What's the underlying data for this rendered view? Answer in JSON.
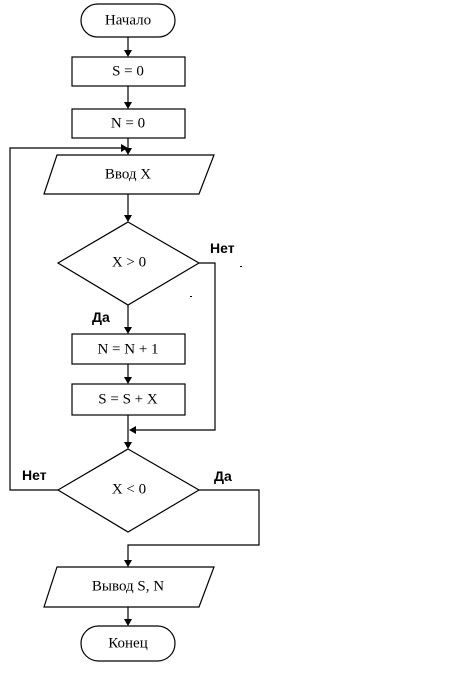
{
  "nodes": {
    "start": "Начало",
    "init_s": "S = 0",
    "init_n": "N = 0",
    "input_x": "Ввод X",
    "cond_positive": "X > 0",
    "inc_n": "N = N + 1",
    "add_s": "S = S + X",
    "cond_negative": "X < 0",
    "output": "Вывод S, N",
    "end": "Конец"
  },
  "edge_labels": {
    "positive_no": "Нет",
    "positive_yes": "Да",
    "negative_no": "Нет",
    "negative_yes": "Да"
  }
}
